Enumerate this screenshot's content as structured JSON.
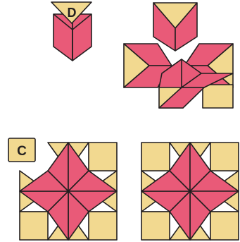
{
  "labels": {
    "step_d": "D",
    "step_c": "C"
  },
  "colors": {
    "pink": "#e95a78",
    "yellow": "#f2d990",
    "outline": "#231f20",
    "label_bg": "#f2d990"
  },
  "figures": [
    {
      "name": "diamond-pair-unit",
      "icon": "diamond-pair"
    },
    {
      "name": "pinwheel-assembly",
      "icon": "star-quadrants"
    },
    {
      "name": "star-block-partial",
      "icon": "lemoyne-star"
    },
    {
      "name": "star-block-complete",
      "icon": "lemoyne-star"
    }
  ]
}
